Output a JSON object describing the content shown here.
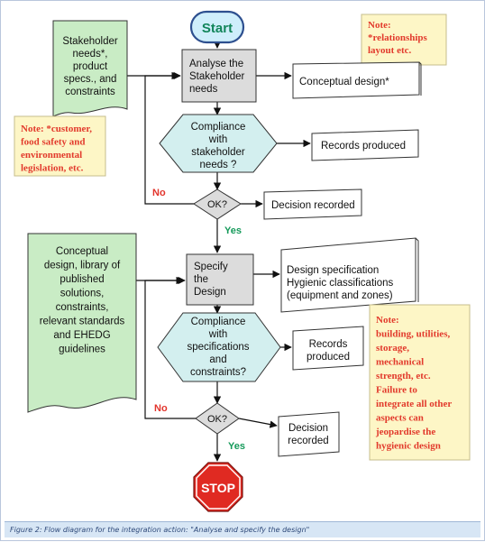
{
  "start": {
    "label": "Start"
  },
  "stop": {
    "label": "STOP"
  },
  "inputs": {
    "top_lines": [
      "Stakeholder",
      "needs*,",
      "product",
      "specs., and",
      "constraints"
    ],
    "bottom_lines": [
      "Conceptual",
      "design, library of",
      "published",
      "solutions,",
      "constraints,",
      "relevant standards",
      "and EHEDG",
      "guidelines"
    ]
  },
  "notes": {
    "customer_lines": [
      "Note: *customer,",
      "food safety and",
      "environmental",
      "legislation, etc."
    ],
    "relationships_lines": [
      "Note:",
      "*relationships",
      "layout etc."
    ],
    "building_lines": [
      "Note:",
      "building, utilities,",
      "storage,",
      "mechanical",
      "strength, etc.",
      "Failure to",
      "integrate all other",
      "aspects can",
      "jeopardise the",
      "hygienic design"
    ]
  },
  "process": {
    "analyse_lines": [
      "Analyse the",
      "Stakeholder",
      "needs"
    ],
    "specify_lines": [
      "Specify",
      "the",
      "Design"
    ]
  },
  "checks": {
    "stakeholder_lines": [
      "Compliance",
      "with",
      "stakeholder",
      "needs ?"
    ],
    "specs_lines": [
      "Compliance",
      "with",
      "specifications",
      "and",
      "constraints?"
    ]
  },
  "decisions": {
    "ok1": "OK?",
    "ok2": "OK?"
  },
  "outputs": {
    "conceptual": "Conceptual design*",
    "records1": "Records produced",
    "decision1": "Decision recorded",
    "design_spec_lines": [
      "Design specification",
      "Hygienic classifications",
      "(equipment and zones)"
    ],
    "records2_lines": [
      "Records",
      "produced"
    ],
    "decision2_lines": [
      "Decision",
      "recorded"
    ]
  },
  "labels": {
    "no1": "No",
    "yes1": "Yes",
    "no2": "No",
    "yes2": "Yes"
  },
  "caption": "Figure 2: Flow diagram for the integration action: \"Analyse and specify the design\""
}
